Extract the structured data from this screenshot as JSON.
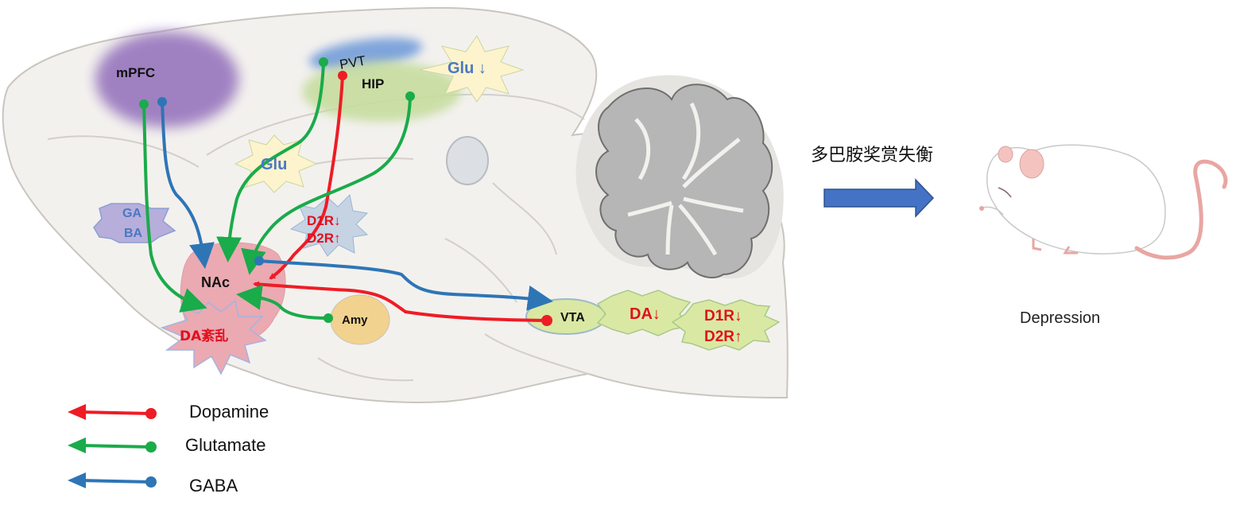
{
  "regions": {
    "mpfc": "mPFC",
    "pvt": "PVT",
    "hip": "HIP",
    "nac": "NAc",
    "amy": "Amy",
    "vta": "VTA"
  },
  "badges": {
    "glu_hip": "Glu ↓",
    "glu_mid": "Glu",
    "gaba_line1": "GA",
    "gaba_line2": "BA",
    "receptor_top_line1": "D1R↓",
    "receptor_top_line2": "D2R↑",
    "da_disorder": "DA紊乱",
    "da_down": "DA↓",
    "receptor_vta_line1": "D1R↓",
    "receptor_vta_line2": "D2R↑"
  },
  "right_panel": {
    "imbalance_text": "多巴胺奖赏失衡",
    "outcome_label": "Depression"
  },
  "legend": [
    {
      "label": "Dopamine",
      "color": "#ee1c25"
    },
    {
      "label": "Glutamate",
      "color": "#1aab4a"
    },
    {
      "label": "GABA",
      "color": "#2e75b6"
    }
  ],
  "colors": {
    "dopamine": "#ee1c25",
    "glutamate": "#1aab4a",
    "gaba": "#2e75b6",
    "arrow_fill": "#4472c4"
  }
}
